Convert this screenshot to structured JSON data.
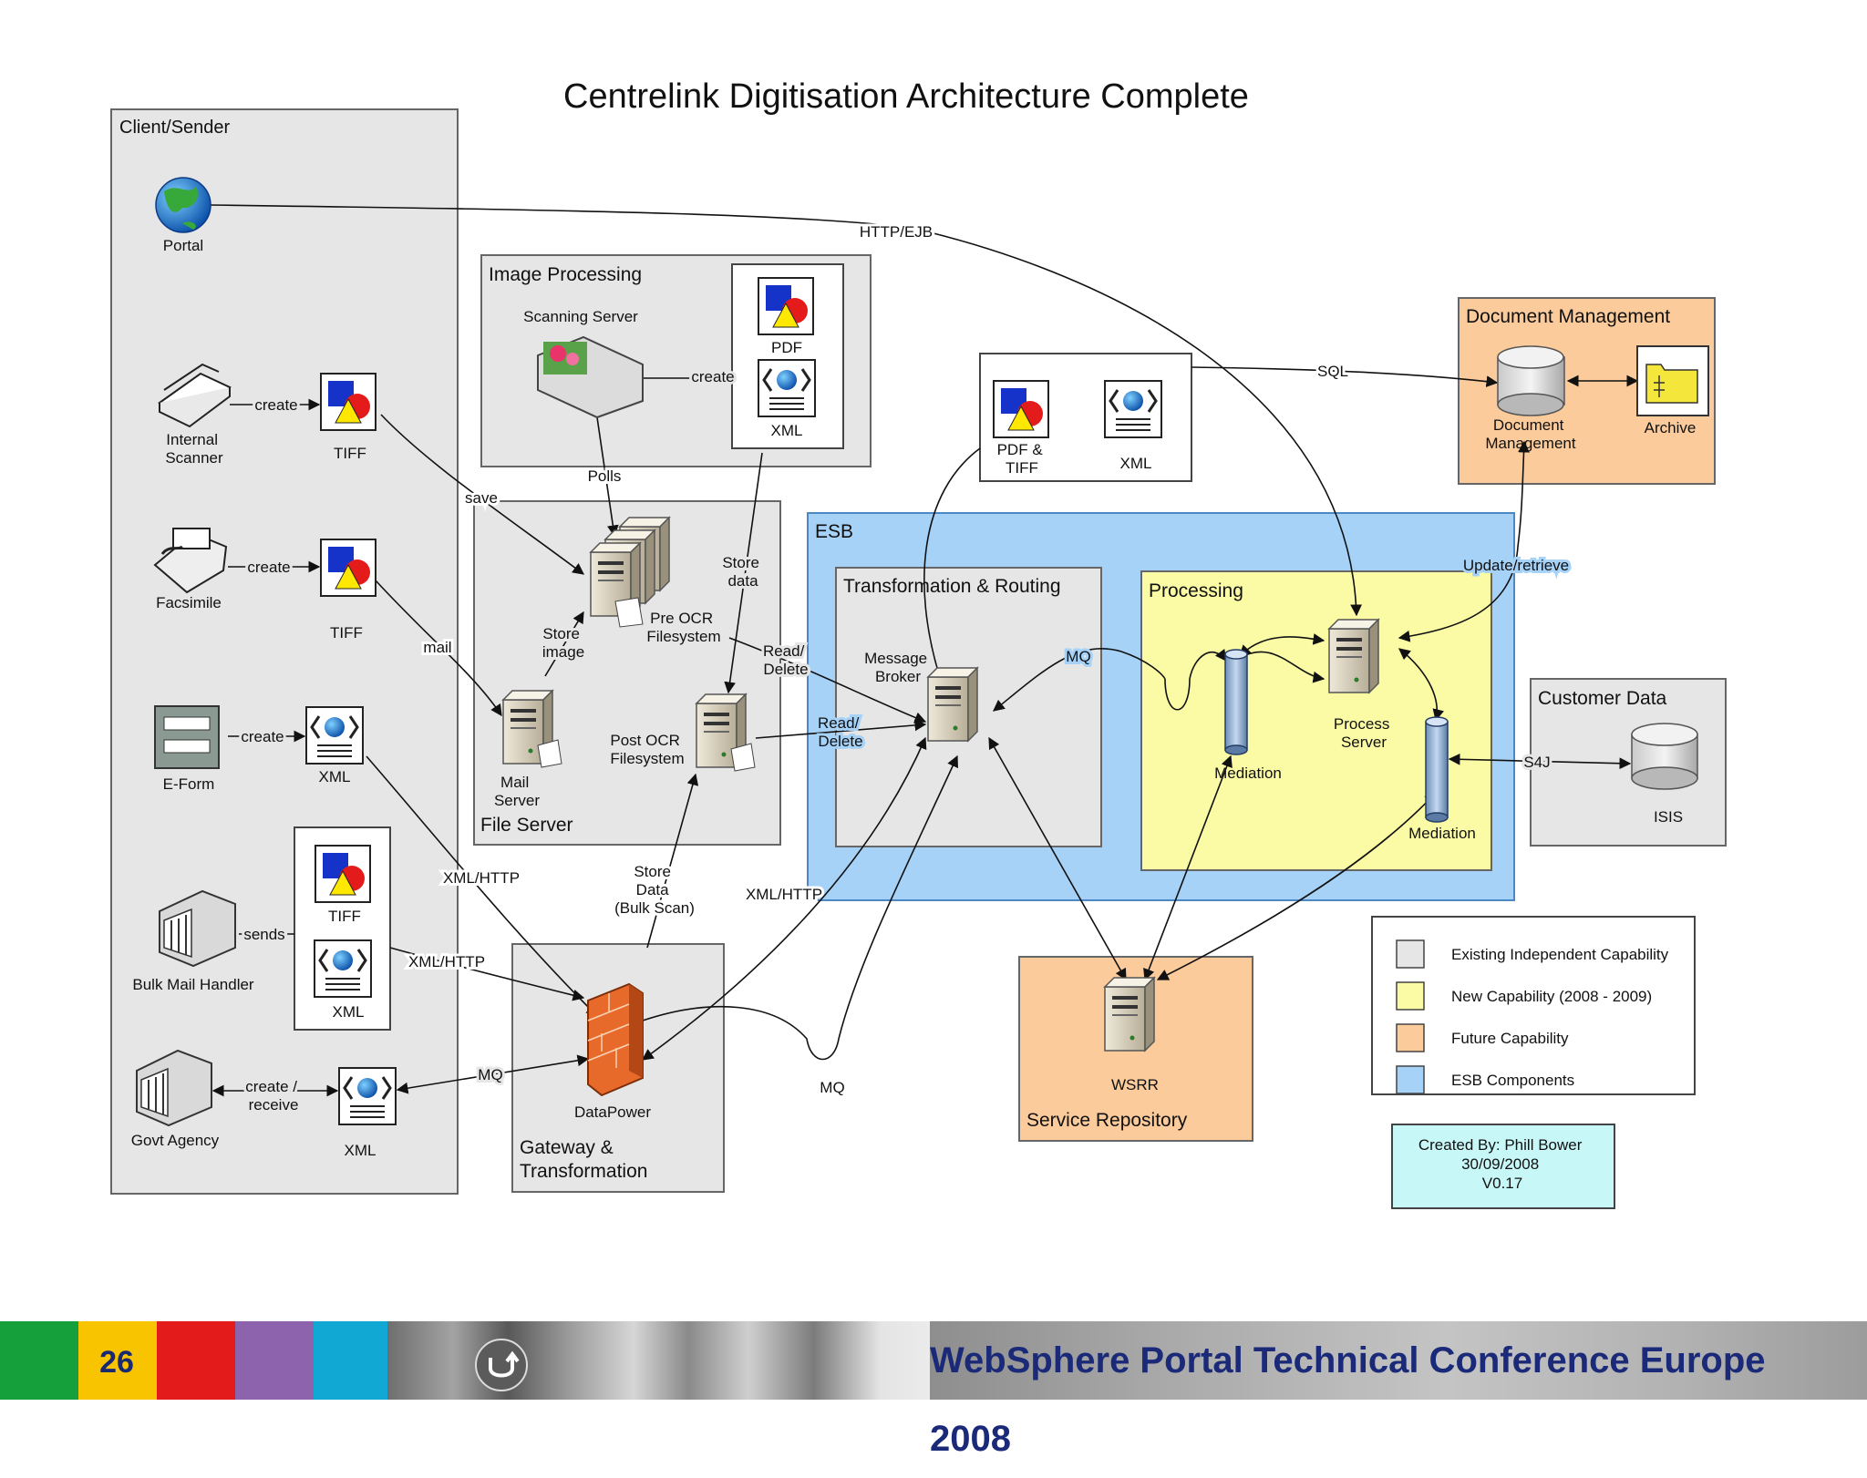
{
  "title": "Centrelink Digitisation Architecture Complete",
  "groups": {
    "client": "Client/Sender",
    "image_processing": "Image Processing",
    "file_server": "File Server",
    "esb": "ESB",
    "transformation_routing": "Transformation & Routing",
    "processing": "Processing",
    "document_management": "Document Management",
    "customer_data": "Customer Data",
    "gateway": [
      "Gateway &",
      "Transformation"
    ],
    "service_repository": "Service Repository"
  },
  "nodes": {
    "portal": "Portal",
    "internal_scanner": [
      "Internal",
      "Scanner"
    ],
    "facsimile": "Facsimile",
    "eform": "E-Form",
    "bulk_mail_handler": "Bulk Mail Handler",
    "govt_agency": "Govt Agency",
    "tiff1": "TIFF",
    "tiff2": "TIFF",
    "xml_eform": "XML",
    "tiff_bulk": "TIFF",
    "xml_bulk": "XML",
    "xml_govt": "XML",
    "scanning_server": "Scanning Server",
    "pdf": "PDF",
    "xml_scan": "XML",
    "pre_ocr": [
      "Pre OCR",
      "Filesystem"
    ],
    "mail_server": [
      "Mail",
      "Server"
    ],
    "post_ocr": [
      "Post OCR",
      "Filesystem"
    ],
    "pdf_tiff": [
      "PDF &",
      "TIFF"
    ],
    "xml_top": "XML",
    "message_broker": [
      "Message",
      "Broker"
    ],
    "mediation1": "Mediation",
    "mediation2": "Mediation",
    "process_server": [
      "Process",
      "Server"
    ],
    "document_management": [
      "Document",
      "Management"
    ],
    "archive": "Archive",
    "isis": "ISIS",
    "datapower": "DataPower",
    "wsrr": "WSRR",
    "mq_bottom": "MQ"
  },
  "edges": {
    "http_ejb": "HTTP/EJB",
    "create_scanner": "create",
    "create_fax": "create",
    "create_eform": "create",
    "sends": "sends",
    "create_receive": [
      "create /",
      "receive"
    ],
    "save": "save",
    "mail": "mail",
    "create_scan": "create",
    "polls": "Polls",
    "store_data": [
      "Store",
      "data"
    ],
    "store_image": [
      "Store",
      "image"
    ],
    "read_delete1": [
      "Read/",
      "Delete"
    ],
    "read_delete2": [
      "Read/",
      "Delete"
    ],
    "xml_http1": "XML/HTTP",
    "xml_http2": "XML/HTTP",
    "xml_http3": "XML/HTTP",
    "store_data_bulk": [
      "Store",
      "Data",
      "(Bulk Scan)"
    ],
    "mq_govt": "MQ",
    "mq_esb": "MQ",
    "sql": "SQL",
    "update_retrieve": "Update/retrieve",
    "s4j": "S4J"
  },
  "legend": {
    "items": [
      {
        "label": "Existing Independent Capability",
        "color": "#e6e6e6"
      },
      {
        "label": "New Capability (2008 - 2009)",
        "color": "#fbfba6"
      },
      {
        "label": "Future Capability",
        "color": "#fbcb9b"
      },
      {
        "label": "ESB Components",
        "color": "#a6d2f8"
      }
    ]
  },
  "credits": [
    "Created By: Phill Bower",
    "30/09/2008",
    "V0.17"
  ],
  "footer": {
    "page_number": "26",
    "conference": "WebSphere Portal Technical Conference Europe 2008",
    "stripe_colors": [
      "#16a03c",
      "#f8c400",
      "#e31b1b",
      "#8e63ad",
      "#12a8d4"
    ]
  },
  "colors": {
    "existing": "#e6e6e6",
    "new": "#fbfba6",
    "future": "#fbcb9b",
    "esb": "#a6d2f8",
    "credits_box": "#c8f7f7"
  }
}
